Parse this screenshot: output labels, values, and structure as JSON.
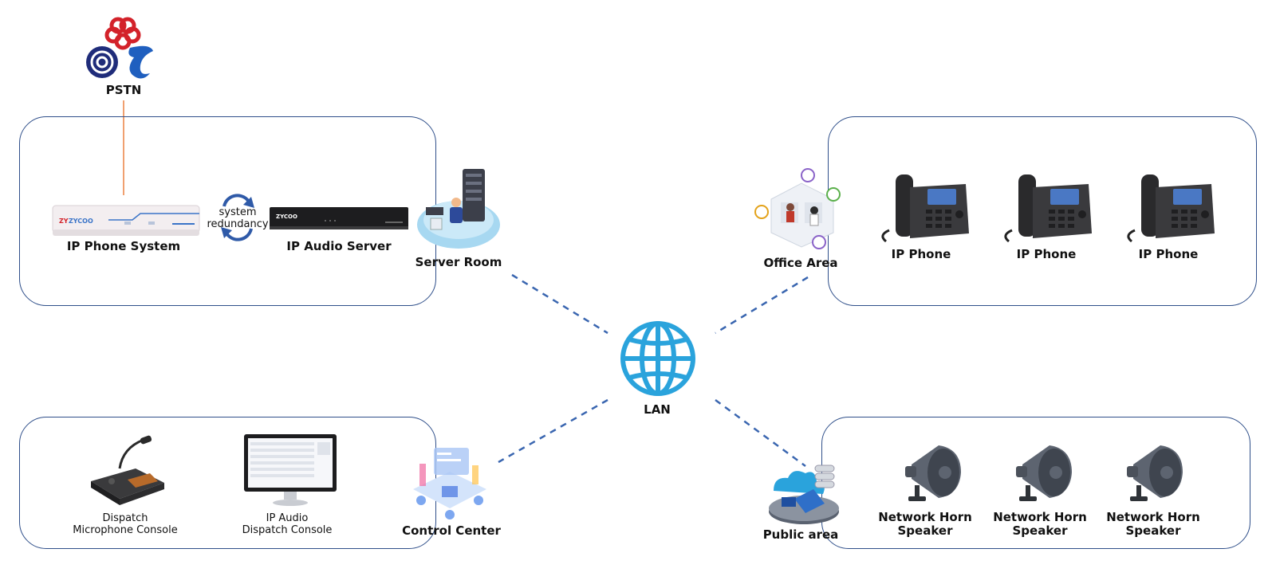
{
  "pstn": {
    "label": "PSTN"
  },
  "server_room": {
    "title": "Server Room",
    "ip_phone_system": {
      "label": "IP Phone System",
      "brand": "ZYCOO"
    },
    "redundancy": {
      "line1": "system",
      "line2": "redundancy"
    },
    "ip_audio_server": {
      "label": "IP Audio Server",
      "brand": "ZYCOO"
    }
  },
  "office_area": {
    "title": "Office Area",
    "phones": [
      {
        "label": "IP Phone"
      },
      {
        "label": "IP Phone"
      },
      {
        "label": "IP Phone"
      }
    ]
  },
  "lan": {
    "label": "LAN"
  },
  "control_center": {
    "title": "Control Center",
    "dispatch_mic": {
      "line1": "Dispatch",
      "line2": "Microphone Console"
    },
    "ip_audio_dispatch": {
      "line1": "IP Audio",
      "line2": "Dispatch Console"
    }
  },
  "public_area": {
    "title": "Public area",
    "speakers": [
      {
        "line1": "Network Horn",
        "line2": "Speaker"
      },
      {
        "line1": "Network Horn",
        "line2": "Speaker"
      },
      {
        "line1": "Network Horn",
        "line2": "Speaker"
      }
    ]
  },
  "colors": {
    "panel_border": "#2f4f8a",
    "link": "#3a66b0",
    "pstn_line": "#f0a070",
    "globe": "#2aa3dc"
  }
}
